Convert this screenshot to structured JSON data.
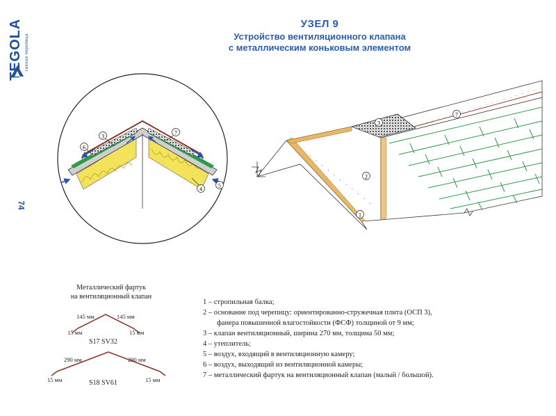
{
  "brand": {
    "name": "TEGOLA",
    "tagline": "гибкая черепица"
  },
  "page_number": "74",
  "title": {
    "line1": "УЗЕЛ 9",
    "line2": "Устройство вентиляционного клапана",
    "line3": "с металлическим коньковым элементом"
  },
  "callouts": [
    "1",
    "2",
    "3",
    "4",
    "5",
    "6",
    "7"
  ],
  "fartuk": {
    "title_line1": "Металлический фартук",
    "title_line2": "на  вентиляционный клапан",
    "small": {
      "top_left": "145 мм",
      "top_right": "145 мм",
      "bottom_left": "15 мм",
      "bottom_right": "15 мм",
      "code": "S17 SV32"
    },
    "large": {
      "top_left": "290 мм",
      "top_right": "290 мм",
      "bottom_left": "15 мм",
      "bottom_right": "15 мм",
      "code": "S18 SV61"
    }
  },
  "legend": [
    "1 – стропильная балка;",
    "2 – основание под черепицу: ориентированно-стружечная плита (ОСП 3),",
    "фанера повышенной влагостойкости (ФСФ) толщиной от 9 мм;",
    "3 – клапан вентиляционный, ширина 270 мм, толщина 50 мм;",
    "4 – утеплитель;",
    "5 – воздух, входящий в вентиляционную камеру;",
    "6 – воздух, выходящий из вентиляционной камеры;",
    "7 – металлический фартук на  вентиляционный клапан (малый / большой)."
  ],
  "colors": {
    "title_blue": "#2a5db0",
    "shingle_green": "#2e9a4a",
    "flashing_brown": "#8a3a2a",
    "insulation_yellow": "#f3e35a",
    "air_arrow_blue": "#2b4fb5",
    "wood_tan": "#e9b866"
  }
}
